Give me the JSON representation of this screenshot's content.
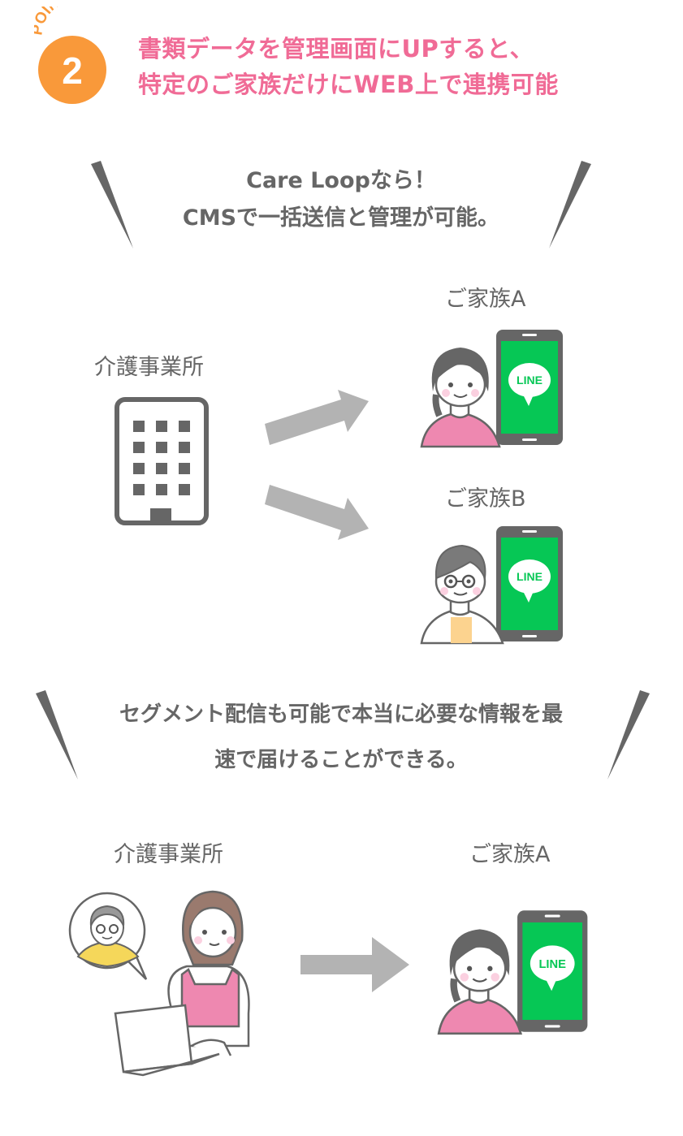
{
  "point": {
    "label": "POINT",
    "number": "2",
    "badge_color": "#f9993a"
  },
  "headline": {
    "line1": "書類データを管理画面にUPすると、",
    "line2": "特定のご家族だけにWEB上で連携可能",
    "color": "#f06b96"
  },
  "callout1": {
    "line1": "Care Loopなら！",
    "line2": "CMSで一括送信と管理が可能。"
  },
  "section1": {
    "sender_label": "介護事業所",
    "sender_icon": "building-icon",
    "recipients": [
      {
        "label": "ご家族A",
        "app": "LINE"
      },
      {
        "label": "ご家族B",
        "app": "LINE"
      }
    ]
  },
  "callout2": {
    "line1": "セグメント配信も可能で本当に必要な情報を最",
    "line2": "速で届けることができる。"
  },
  "section2": {
    "sender_label": "介護事業所",
    "recipient_label": "ご家族A",
    "app": "LINE"
  },
  "colors": {
    "text_gray": "#666666",
    "arrow_gray": "#b3b3b3",
    "line_green": "#06c755",
    "phone_gray": "#666666",
    "shirt_pink": "#ee88b0",
    "cheek_pink": "#fbd0e0"
  }
}
